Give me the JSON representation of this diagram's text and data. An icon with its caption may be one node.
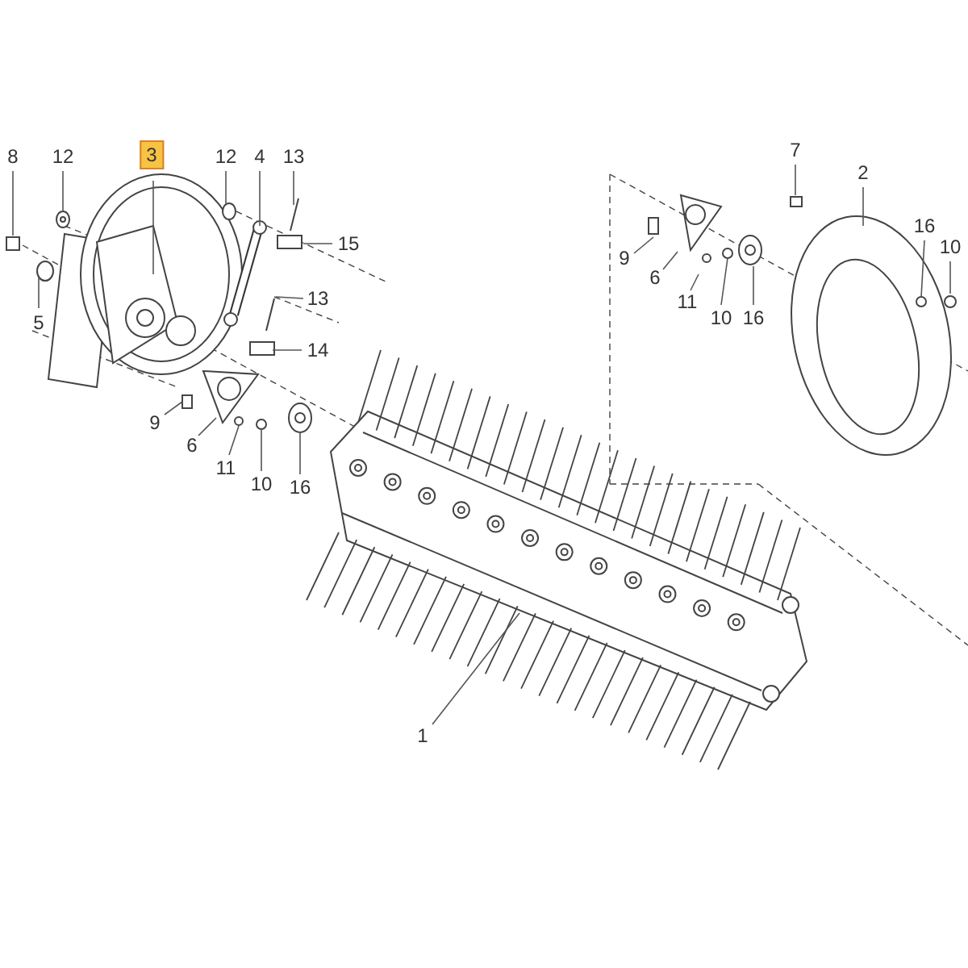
{
  "diagram": {
    "nodes": [
      {
        "text": [
          "8"
        ]
      },
      {
        "text": [
          "12"
        ]
      },
      {
        "text": [
          "3"
        ]
      },
      {
        "text": [
          "12"
        ]
      },
      {
        "text": [
          "4"
        ]
      },
      {
        "text": [
          "13"
        ]
      },
      {
        "text": [
          "7"
        ]
      },
      {
        "text": [
          "2"
        ]
      },
      {
        "text": [
          "16"
        ]
      },
      {
        "text": [
          "15"
        ]
      },
      {
        "text": [
          "10"
        ]
      },
      {
        "text": [
          "9"
        ]
      },
      {
        "text": [
          "6"
        ]
      },
      {
        "text": [
          "13"
        ]
      },
      {
        "text": [
          "11"
        ]
      },
      {
        "text": [
          "10"
        ]
      },
      {
        "text": [
          "16"
        ]
      },
      {
        "text": [
          "5"
        ]
      },
      {
        "text": [
          "14"
        ]
      },
      {
        "text": [
          "9"
        ]
      },
      {
        "text": [
          "6"
        ]
      },
      {
        "text": [
          "11"
        ]
      },
      {
        "text": [
          "10"
        ]
      },
      {
        "text": [
          "16"
        ]
      },
      {
        "text": [
          "1"
        ]
      }
    ],
    "edges": [
      {
        "from": 0,
        "to": null,
        "arrow": "none"
      },
      {
        "from": 1,
        "to": null,
        "arrow": "none"
      },
      {
        "from": 2,
        "to": null,
        "arrow": "none"
      },
      {
        "from": 3,
        "to": null,
        "arrow": "none"
      },
      {
        "from": 4,
        "to": null,
        "arrow": "none"
      },
      {
        "from": 5,
        "to": null,
        "arrow": "none"
      },
      {
        "from": 6,
        "to": null,
        "arrow": "none"
      },
      {
        "from": 7,
        "to": null,
        "arrow": "none"
      },
      {
        "from": 8,
        "to": null,
        "arrow": "none"
      },
      {
        "from": 9,
        "to": null,
        "arrow": "none"
      },
      {
        "from": 10,
        "to": null,
        "arrow": "none"
      },
      {
        "from": 11,
        "to": null,
        "arrow": "none"
      },
      {
        "from": 12,
        "to": null,
        "arrow": "none"
      },
      {
        "from": 13,
        "to": null,
        "arrow": "none"
      },
      {
        "from": 14,
        "to": null,
        "arrow": "none"
      },
      {
        "from": 15,
        "to": null,
        "arrow": "none"
      },
      {
        "from": 16,
        "to": null,
        "arrow": "none"
      },
      {
        "from": 17,
        "to": null,
        "arrow": "none"
      },
      {
        "from": 18,
        "to": null,
        "arrow": "none"
      },
      {
        "from": 19,
        "to": null,
        "arrow": "none"
      },
      {
        "from": 20,
        "to": null,
        "arrow": "none"
      },
      {
        "from": 21,
        "to": null,
        "arrow": "none"
      },
      {
        "from": 22,
        "to": null,
        "arrow": "none"
      },
      {
        "from": 23,
        "to": null,
        "arrow": "none"
      },
      {
        "from": 24,
        "to": null,
        "arrow": "none"
      }
    ]
  }
}
